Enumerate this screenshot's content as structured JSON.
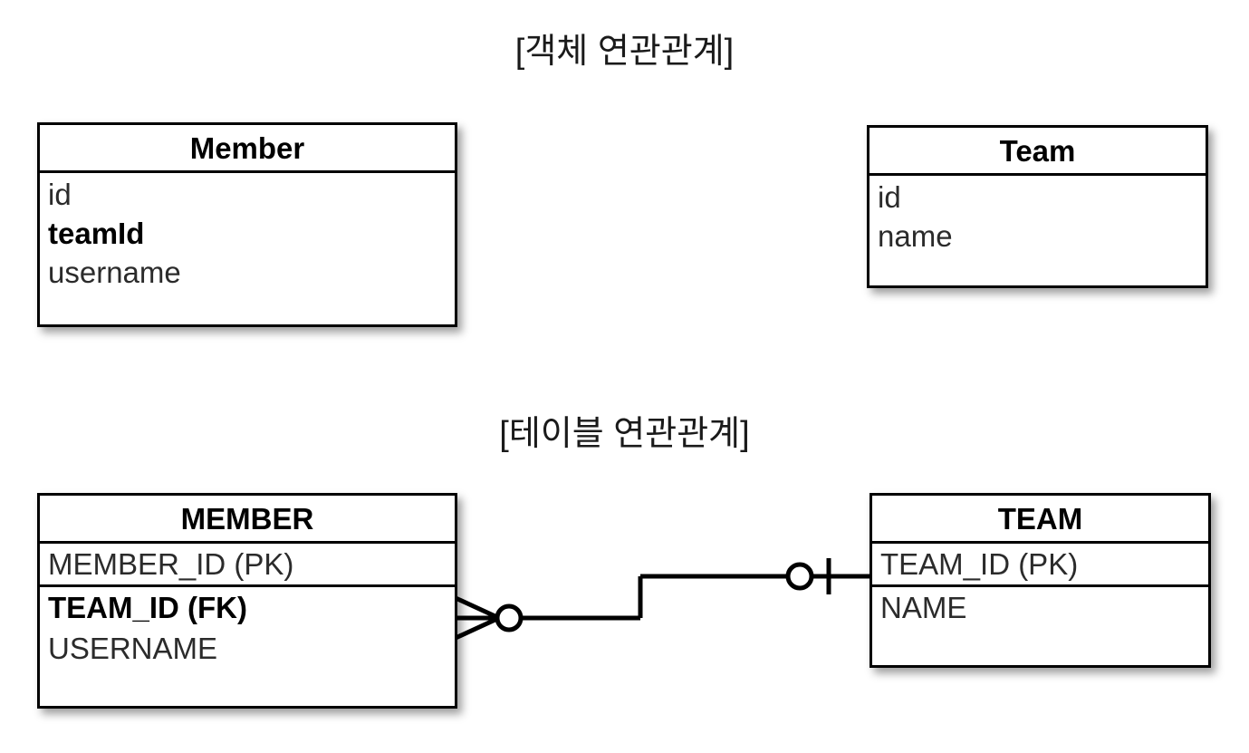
{
  "page": {
    "background": "#ffffff",
    "line_color": "#000000"
  },
  "sections": [
    {
      "id": "object-association",
      "title": "[객체 연관관계]",
      "entities": [
        {
          "id": "member-object",
          "name": "Member",
          "fields": [
            {
              "label": "id",
              "bold": false
            },
            {
              "label": "teamId",
              "bold": true
            },
            {
              "label": "username",
              "bold": false
            }
          ]
        },
        {
          "id": "team-object",
          "name": "Team",
          "fields": [
            {
              "label": "id",
              "bold": false
            },
            {
              "label": "name",
              "bold": false
            }
          ]
        }
      ]
    },
    {
      "id": "table-association",
      "title": "[테이블 연관관계]",
      "entities": [
        {
          "id": "member-table",
          "name": "MEMBER",
          "fields": [
            {
              "label": "MEMBER_ID (PK)",
              "bold": false,
              "ruled": true
            },
            {
              "label": "TEAM_ID (FK)",
              "bold": true,
              "ruled": false
            },
            {
              "label": "USERNAME",
              "bold": false,
              "ruled": false
            }
          ]
        },
        {
          "id": "team-table",
          "name": "TEAM",
          "fields": [
            {
              "label": "TEAM_ID (PK)",
              "bold": false,
              "ruled": true
            },
            {
              "label": "NAME",
              "bold": false,
              "ruled": false
            }
          ]
        }
      ],
      "relationship": {
        "from": "MEMBER.TEAM_ID (FK)",
        "to": "TEAM.TEAM_ID (PK)",
        "from_cardinality": "zero-or-many",
        "to_cardinality": "zero-or-one",
        "notation": "crow-foot"
      }
    }
  ],
  "labels": {
    "title_object": "[객체 연관관계]",
    "title_table": "[테이블 연관관계]",
    "member_object_header": "Member",
    "member_object_f0": "id",
    "member_object_f1": "teamId",
    "member_object_f2": "username",
    "team_object_header": "Team",
    "team_object_f0": "id",
    "team_object_f1": "name",
    "member_table_header": "MEMBER",
    "member_table_f0": "MEMBER_ID (PK)",
    "member_table_f1": "TEAM_ID (FK)",
    "member_table_f2": "USERNAME",
    "team_table_header": "TEAM",
    "team_table_f0": "TEAM_ID (PK)",
    "team_table_f1": "NAME"
  }
}
